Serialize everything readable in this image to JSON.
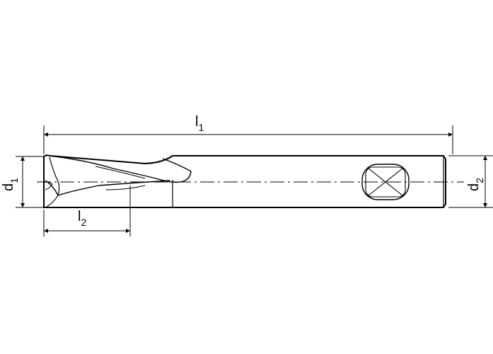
{
  "dimensions": {
    "overall_length": {
      "symbol": "l",
      "subscript": "1"
    },
    "cutting_length": {
      "symbol": "l",
      "subscript": "2"
    },
    "cutting_diameter": {
      "symbol": "d",
      "subscript": "1"
    },
    "shank_diameter": {
      "symbol": "d",
      "subscript": "2"
    }
  },
  "colors": {
    "line": "#000000",
    "background": "#ffffff"
  }
}
